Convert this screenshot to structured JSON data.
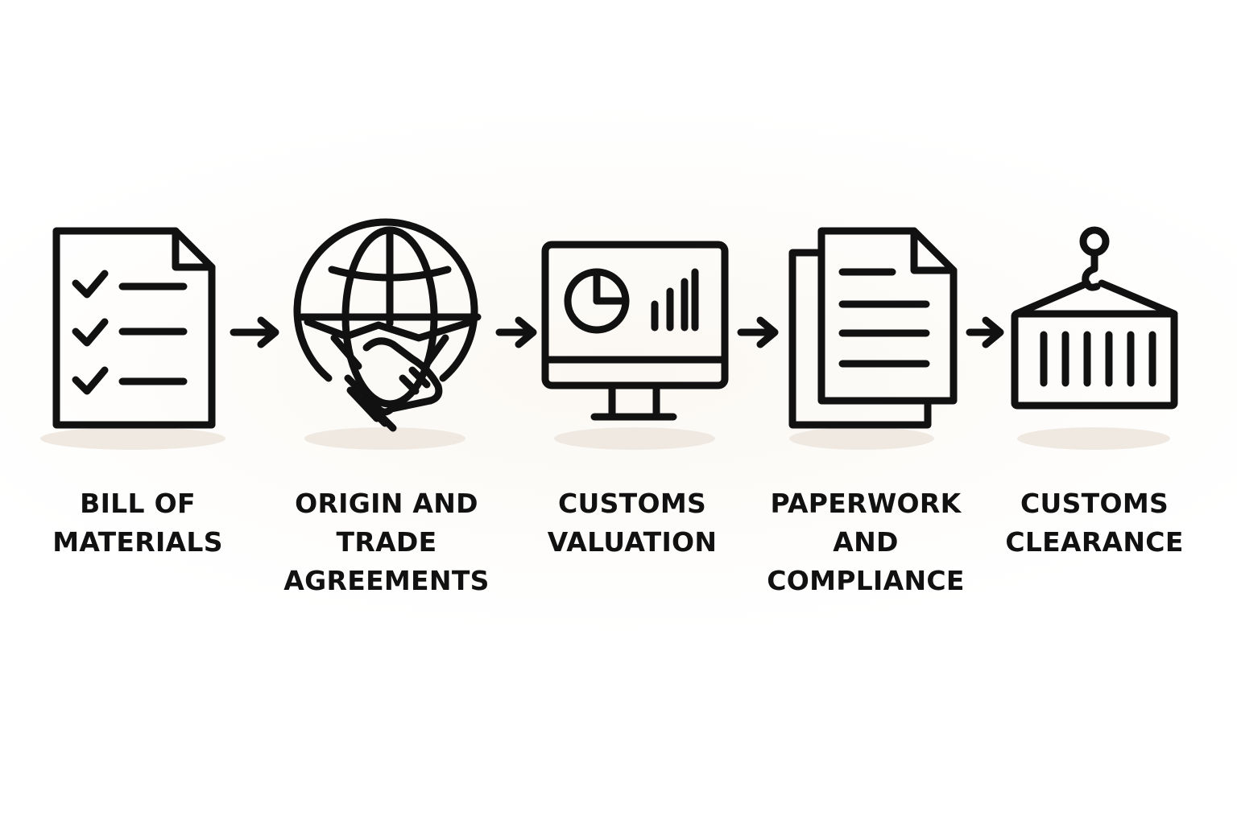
{
  "steps": [
    {
      "label": "BILL OF\nMATERIALS",
      "icon": "checklist-document-icon"
    },
    {
      "label": "ORIGIN AND\nTRADE\nAGREEMENTS",
      "icon": "globe-handshake-icon"
    },
    {
      "label": "CUSTOMS\nVALUATION",
      "icon": "monitor-chart-icon"
    },
    {
      "label": "PAPERWORK\nAND\nCOMPLIANCE",
      "icon": "stacked-documents-icon"
    },
    {
      "label": "CUSTOMS\nCLEARANCE",
      "icon": "shipping-container-icon"
    }
  ],
  "colors": {
    "stroke": "#111111",
    "shadow": "#efe9e2",
    "background": "#ffffff"
  }
}
